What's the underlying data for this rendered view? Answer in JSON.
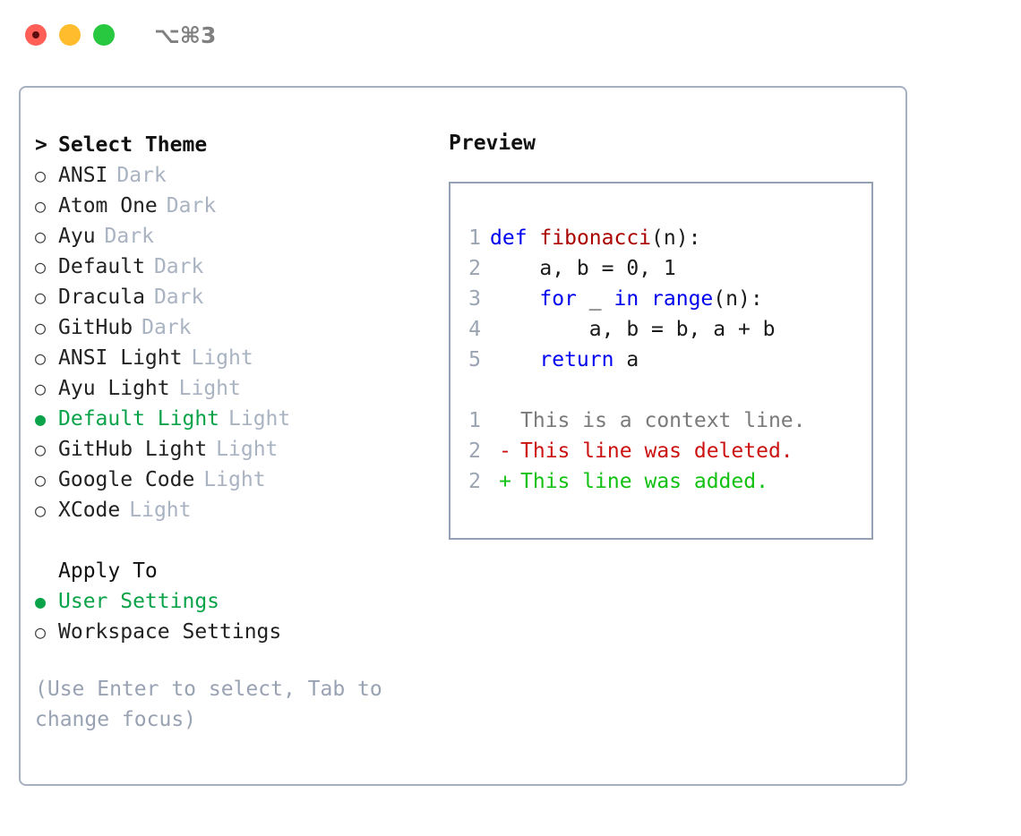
{
  "window": {
    "traffic_lights": [
      "close",
      "minimize",
      "maximize"
    ],
    "shortcut": "⌥⌘3"
  },
  "colors": {
    "accent_green": "#0aa34a",
    "tag_gray": "#a9b3c2",
    "hint_gray": "#98a2b3",
    "border": "#a6b0c0",
    "preview_border": "#94a0b4",
    "keyword_blue": "#0000ee",
    "function_red": "#aa0000",
    "diff_delete": "#cc1111",
    "diff_add": "#12c212",
    "diff_context": "#7a7a7a",
    "lineno": "#9aa4b2",
    "light_close": "#ff5f57",
    "light_min": "#ffbd2e",
    "light_max": "#28c840"
  },
  "theme_list": {
    "header_marker": ">",
    "header": "Select Theme",
    "marker_selected": "●",
    "marker_unselected": "○",
    "items": [
      {
        "name": "ANSI",
        "tag": "Dark",
        "selected": false
      },
      {
        "name": "Atom One",
        "tag": "Dark",
        "selected": false
      },
      {
        "name": "Ayu",
        "tag": "Dark",
        "selected": false
      },
      {
        "name": "Default",
        "tag": "Dark",
        "selected": false
      },
      {
        "name": "Dracula",
        "tag": "Dark",
        "selected": false
      },
      {
        "name": "GitHub",
        "tag": "Dark",
        "selected": false
      },
      {
        "name": "ANSI Light",
        "tag": "Light",
        "selected": false
      },
      {
        "name": "Ayu Light",
        "tag": "Light",
        "selected": false
      },
      {
        "name": "Default Light",
        "tag": "Light",
        "selected": true
      },
      {
        "name": "GitHub Light",
        "tag": "Light",
        "selected": false
      },
      {
        "name": "Google Code",
        "tag": "Light",
        "selected": false
      },
      {
        "name": "XCode",
        "tag": "Light",
        "selected": false
      }
    ]
  },
  "apply_to": {
    "header": "Apply To",
    "items": [
      {
        "name": "User Settings",
        "selected": true
      },
      {
        "name": "Workspace Settings",
        "selected": false
      }
    ]
  },
  "hint": "(Use Enter to select, Tab to change focus)",
  "preview": {
    "title": "Preview",
    "code": [
      {
        "no": "1",
        "indent": "",
        "tokens": [
          {
            "t": "def",
            "c": "kw"
          },
          {
            "t": " ",
            "c": "pn"
          },
          {
            "t": "fibonacci",
            "c": "fn"
          },
          {
            "t": "(n):",
            "c": "pn"
          }
        ]
      },
      {
        "no": "2",
        "indent": "    ",
        "tokens": [
          {
            "t": "a, b = 0, 1",
            "c": "pn"
          }
        ]
      },
      {
        "no": "3",
        "indent": "    ",
        "tokens": [
          {
            "t": "for",
            "c": "kw"
          },
          {
            "t": " _ ",
            "c": "pn"
          },
          {
            "t": "in",
            "c": "kw"
          },
          {
            "t": " ",
            "c": "pn"
          },
          {
            "t": "range",
            "c": "kw"
          },
          {
            "t": "(n):",
            "c": "pn"
          }
        ]
      },
      {
        "no": "4",
        "indent": "        ",
        "tokens": [
          {
            "t": "a, b = b, a + b",
            "c": "pn"
          }
        ]
      },
      {
        "no": "5",
        "indent": "    ",
        "tokens": [
          {
            "t": "return",
            "c": "kw"
          },
          {
            "t": " a",
            "c": "pn"
          }
        ]
      }
    ],
    "diff": [
      {
        "no": "1",
        "mark": " ",
        "text": "This is a context line.",
        "kind": "context"
      },
      {
        "no": "2",
        "mark": "-",
        "text": "This line was deleted.",
        "kind": "delete"
      },
      {
        "no": "2",
        "mark": "+",
        "text": "This line was added.",
        "kind": "add"
      }
    ]
  }
}
